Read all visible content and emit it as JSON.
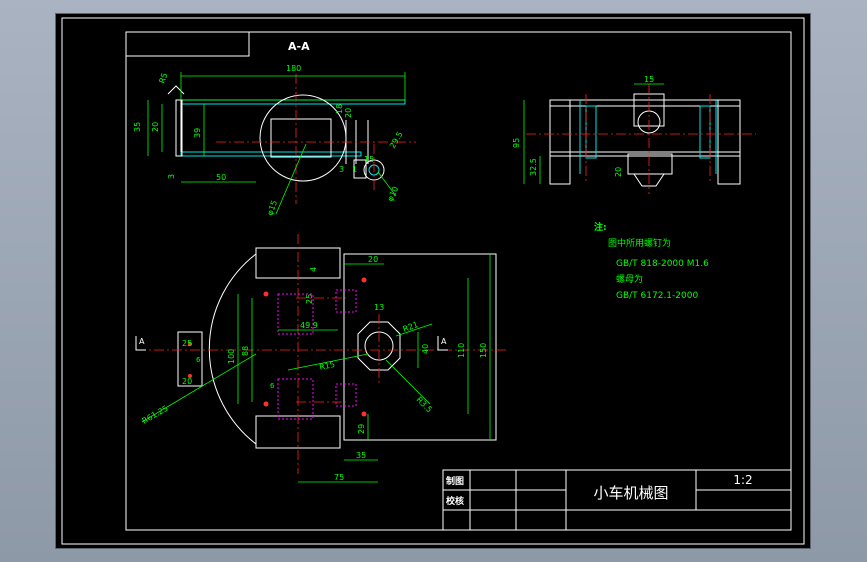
{
  "title_block": {
    "drawn_label": "制图",
    "checked_label": "校核",
    "drawing_name": "小车机械图",
    "scale": "1:2"
  },
  "section_view": {
    "label": "A-A",
    "dims": [
      "180",
      "35",
      "20",
      "39",
      "3",
      "50",
      "18",
      "20",
      "3",
      "1",
      "15",
      "29.5",
      "φ15",
      "φ10",
      "R5"
    ]
  },
  "side_view": {
    "dims": [
      "15",
      "95",
      "32.5",
      "20"
    ]
  },
  "plan_view": {
    "dims": [
      "20",
      "4",
      "25",
      "13",
      "49.9",
      "100",
      "88",
      "20",
      "25",
      "R21",
      "40",
      "110",
      "150",
      "R15",
      "R3.5",
      "R61.25",
      "29",
      "35",
      "75",
      "6",
      "6"
    ],
    "section_marks": [
      "A",
      "A"
    ]
  },
  "notes": {
    "heading": "注:",
    "line1": "图中所用螺钉为",
    "line2": "GB/T 818-2000  M1.6",
    "line3": "螺母为",
    "line4": "GB/T 6172.1-2000"
  },
  "colors": {
    "background": "#000000",
    "outline": "#ffffff",
    "dimension": "#00ff00",
    "centerline": "#ff2020",
    "part": "#00e5e5",
    "hidden": "#ff00ff"
  }
}
